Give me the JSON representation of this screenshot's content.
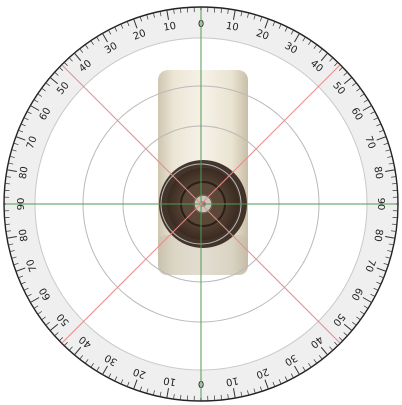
{
  "protractor": {
    "name": "angle-protractor-overlay",
    "top_sequence": [
      "60",
      "50",
      "40",
      "30",
      "20",
      "10",
      "0",
      "10",
      "20",
      "30",
      "40",
      "50",
      "60"
    ],
    "side_sequence": [
      "60",
      "70",
      "80",
      "90",
      "80",
      "70",
      "60"
    ],
    "bottom_sequence": [
      "50",
      "40",
      "30",
      "20",
      "10",
      "0",
      "10",
      "20",
      "30",
      "40",
      "50"
    ],
    "tick_step_degrees": 2,
    "label_step_degrees": 10,
    "colors": {
      "ring_fill": "#efefef",
      "ring_stroke": "#222222",
      "inner_rings": "#b9b9b9",
      "axis_lines": "#4f9b4f",
      "diagonal_lines": "#e98b8b"
    }
  },
  "photo": {
    "name": "specimen-photo",
    "description_icon": "cylinder-part-icon"
  }
}
